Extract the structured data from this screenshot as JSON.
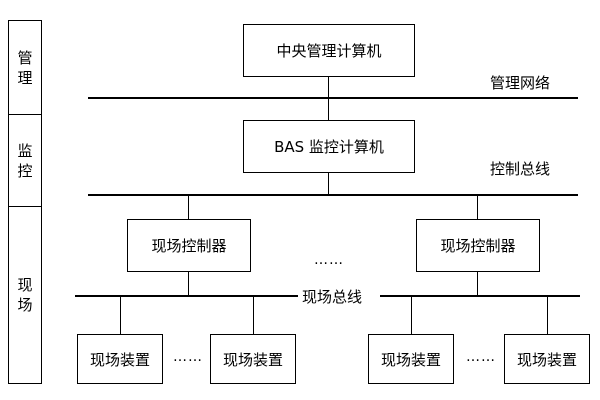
{
  "tiers": [
    {
      "chars": [
        "管",
        "理"
      ]
    },
    {
      "chars": [
        "监",
        "控"
      ]
    },
    {
      "chars": [
        "现",
        "场"
      ]
    }
  ],
  "central_computer": "中央管理计算机",
  "management_network": "管理网络",
  "bas_computer": "BAS 监控计算机",
  "control_bus": "控制总线",
  "field_controllers": [
    "现场控制器",
    "现场控制器"
  ],
  "controller_ellipsis": "……",
  "field_bus": "现场总线",
  "field_devices": [
    "现场装置",
    "现场装置",
    "现场装置",
    "现场装置"
  ],
  "device_ellipsis": [
    "……",
    "……"
  ]
}
